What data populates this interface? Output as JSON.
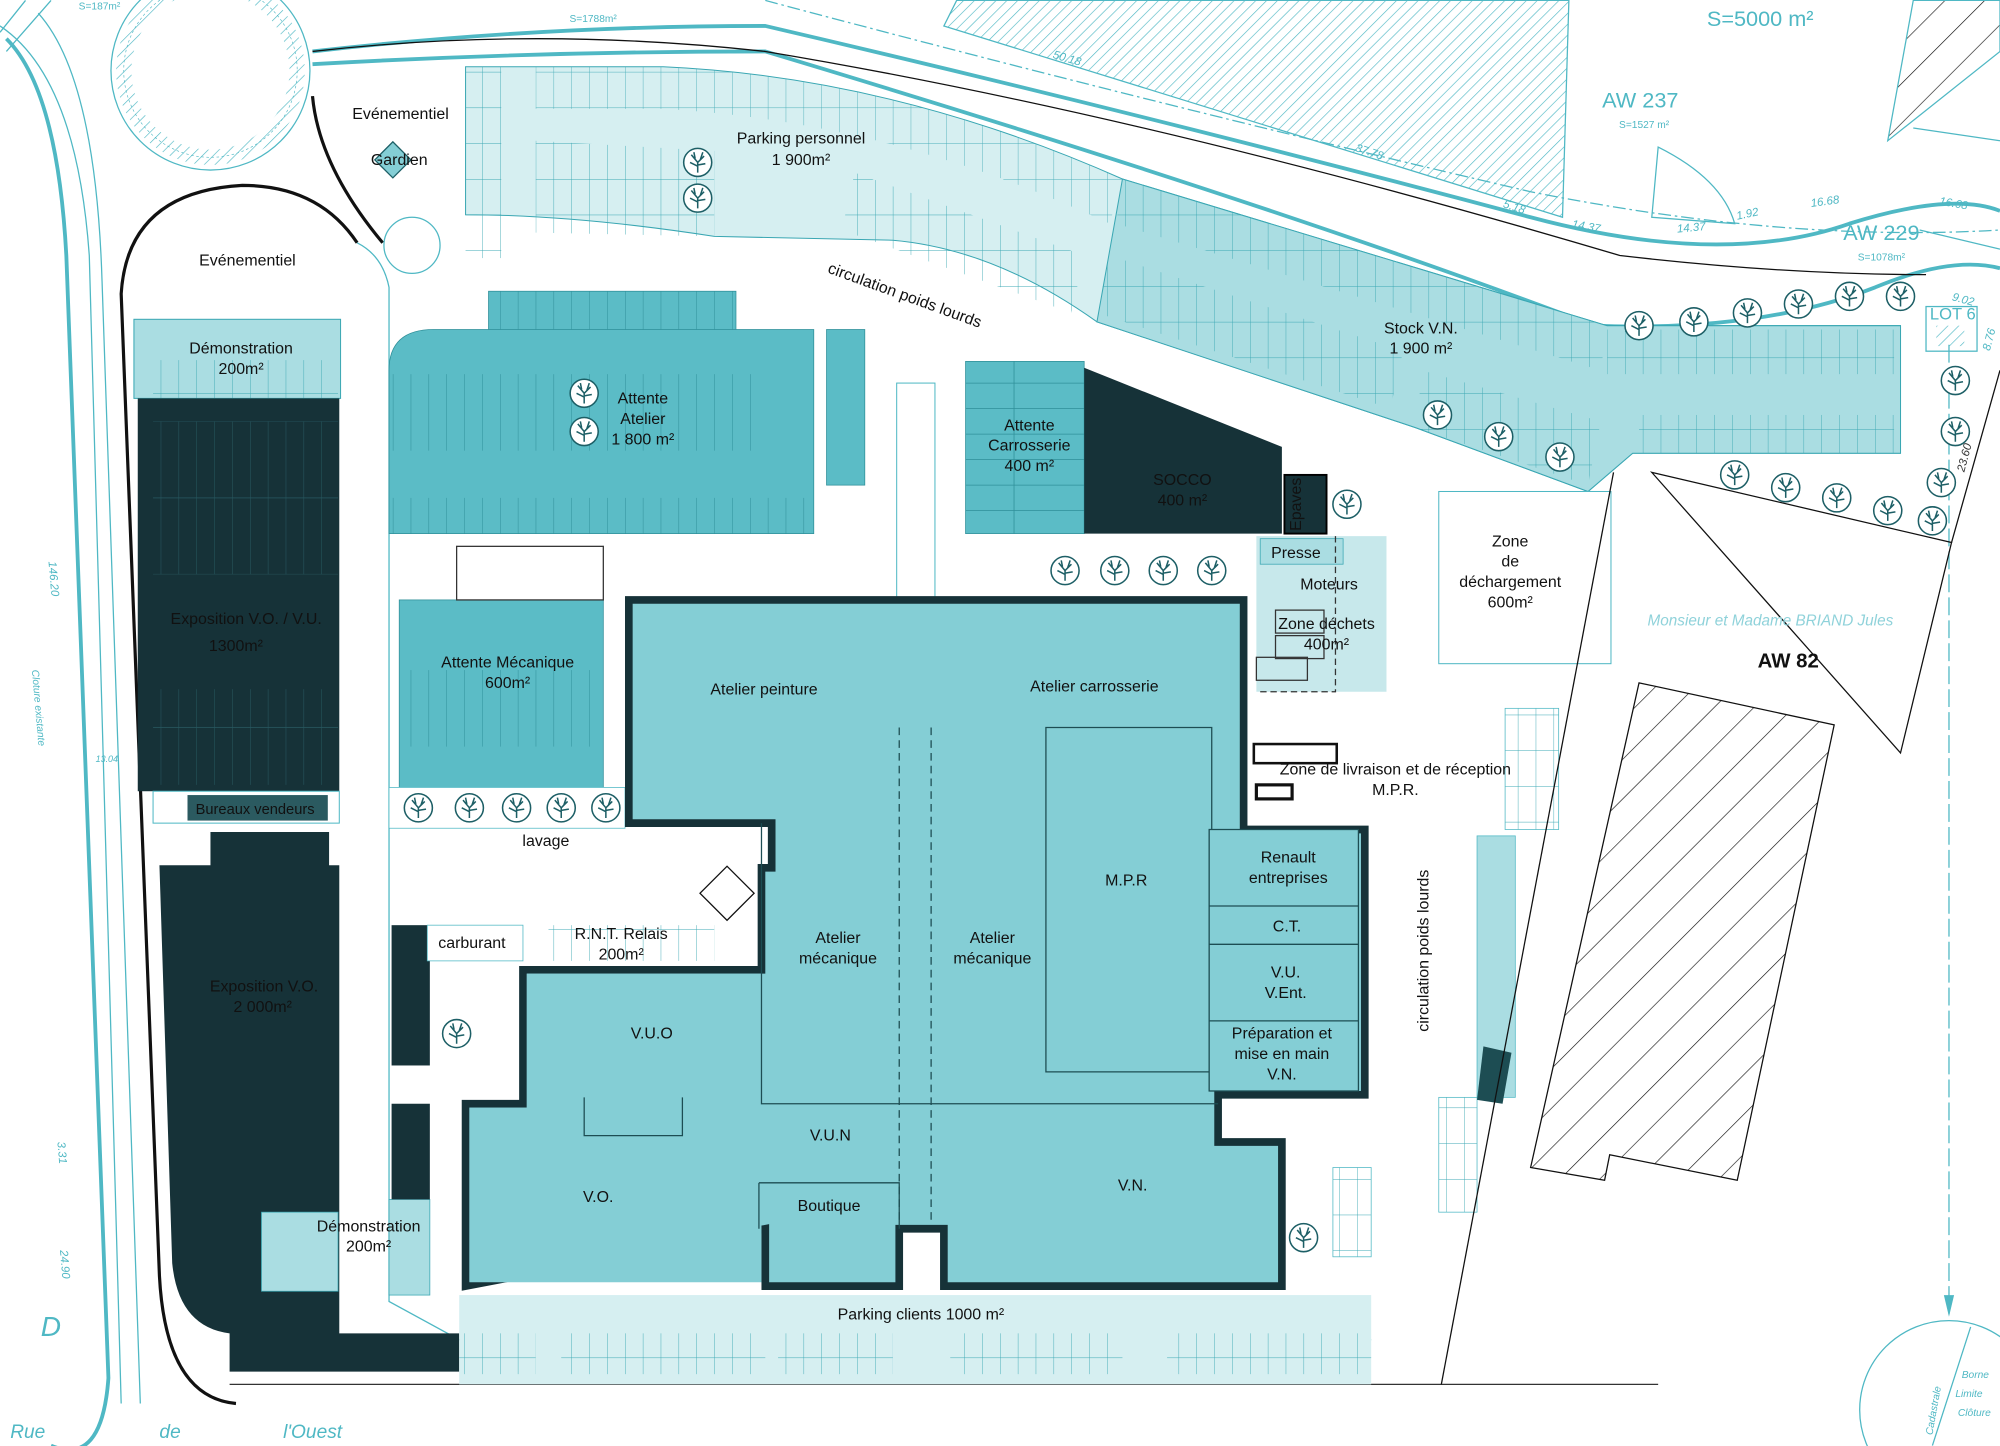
{
  "colors": {
    "dark": "#163238",
    "teal": "#5bbcc6",
    "light": "#aadde2",
    "pale": "#d6eff1",
    "building": "#84ced5",
    "line": "#4fb8c4"
  },
  "labels": {
    "evenementiel_top": "Evénementiel",
    "gardien": "Gardien",
    "evenementiel_left": "Evénementiel",
    "demonstration_top": [
      "Démonstration",
      "200m²"
    ],
    "parking_personnel": [
      "Parking personnel",
      "1 900m²"
    ],
    "circulation_top": "circulation poids lourds",
    "attente_atelier": [
      "Attente",
      "Atelier",
      "1 800 m²"
    ],
    "attente_carrosserie": [
      "Attente",
      "Carrosserie",
      "400 m²"
    ],
    "socco": [
      "SOCCO",
      "400 m²"
    ],
    "epaves": "Epaves",
    "stock_vn": [
      "Stock V.N.",
      "1 900 m²"
    ],
    "exposition_vo_vu": [
      "Exposition V.O. / V.U.",
      "1300m²"
    ],
    "attente_mecanique": [
      "Attente Mécanique",
      "600m²"
    ],
    "presse": "Presse",
    "moteurs": "Moteurs",
    "zone_dechets": [
      "Zone déchets",
      "400m²"
    ],
    "zone_dechargement": [
      "Zone",
      "de",
      "déchargement",
      "600m²"
    ],
    "atelier_peinture": "Atelier peinture",
    "atelier_carrosserie": "Atelier carrosserie",
    "zone_livraison": [
      "Zone de livraison et de réception",
      "M.P.R."
    ],
    "bureaux_vendeurs": "Bureaux vendeurs",
    "lavage": "lavage",
    "mpr": "M.P.R",
    "renault_entreprises": [
      "Renault",
      "entreprises"
    ],
    "ct": "C.T.",
    "vu_vent": [
      "V.U.",
      "V.Ent."
    ],
    "preparation": [
      "Préparation et",
      "mise en main",
      "V.N."
    ],
    "atelier_mecanique_1": [
      "Atelier",
      "mécanique"
    ],
    "atelier_mecanique_2": [
      "Atelier",
      "mécanique"
    ],
    "carburant": "carburant",
    "rnt_relais": [
      "R.N.T. Relais",
      "200m²"
    ],
    "vuo": "V.U.O",
    "exposition_vo": [
      "Exposition V.O.",
      "2 000m²"
    ],
    "vun": "V.U.N",
    "vo": "V.O.",
    "boutique": "Boutique",
    "vn": "V.N.",
    "demonstration_bottom": [
      "Démonstration",
      "200m²"
    ],
    "parking_clients": "Parking clients 1000 m²",
    "circulation_right": "circulation poids lourds"
  },
  "cadastre": {
    "s5000": "S=5000 m²",
    "aw237": "AW  237",
    "s1527": "S=1527 m²",
    "aw229": "AW  229",
    "s1078": "S=1078m²",
    "lot6": "LOT 6",
    "owner": "Monsieur  et  Madame  BRIAND  Jules",
    "aw82": "AW  82",
    "s187": "S=187m²",
    "s1788": "S=1788m²",
    "street": [
      "Rue",
      "de",
      "l'Ouest"
    ],
    "d": "D",
    "cloture": "Cloture   existante",
    "dims": [
      "50.18",
      "37.78",
      "5.18",
      "14.37",
      "14.37",
      "1.92",
      "16.68",
      "16.68",
      "9.02",
      "8.76",
      "23.60",
      "146.20",
      "13.04",
      "3.31",
      "24.90"
    ],
    "legend": [
      "Borne",
      "Limite",
      "Cadastrale",
      "Clôture"
    ]
  }
}
